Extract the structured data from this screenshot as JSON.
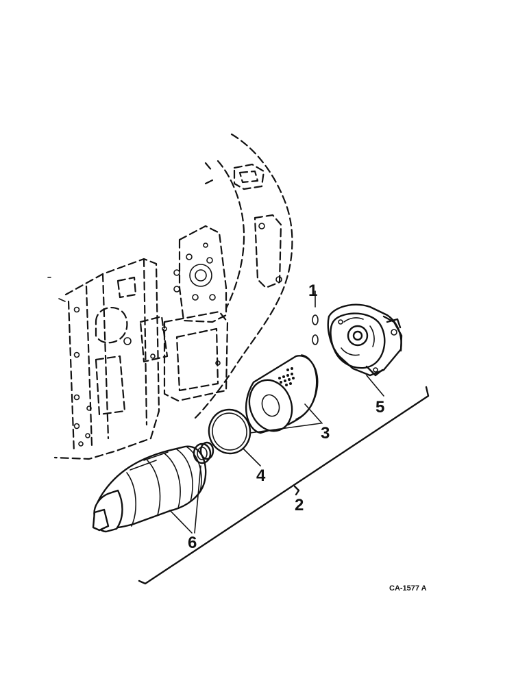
{
  "callouts": {
    "c1": "1",
    "c2": "2",
    "c3": "3",
    "c4": "4",
    "c5": "5",
    "c6": "6"
  },
  "figure_code": "CA-1577 A",
  "icons": {
    "engine_block": "engine-block-outline",
    "filter_head": "filter-base-housing",
    "filter_element": "filter-cartridge",
    "gasket": "o-ring-gasket",
    "filter_body": "filter-shell",
    "spring": "coil-spring"
  }
}
